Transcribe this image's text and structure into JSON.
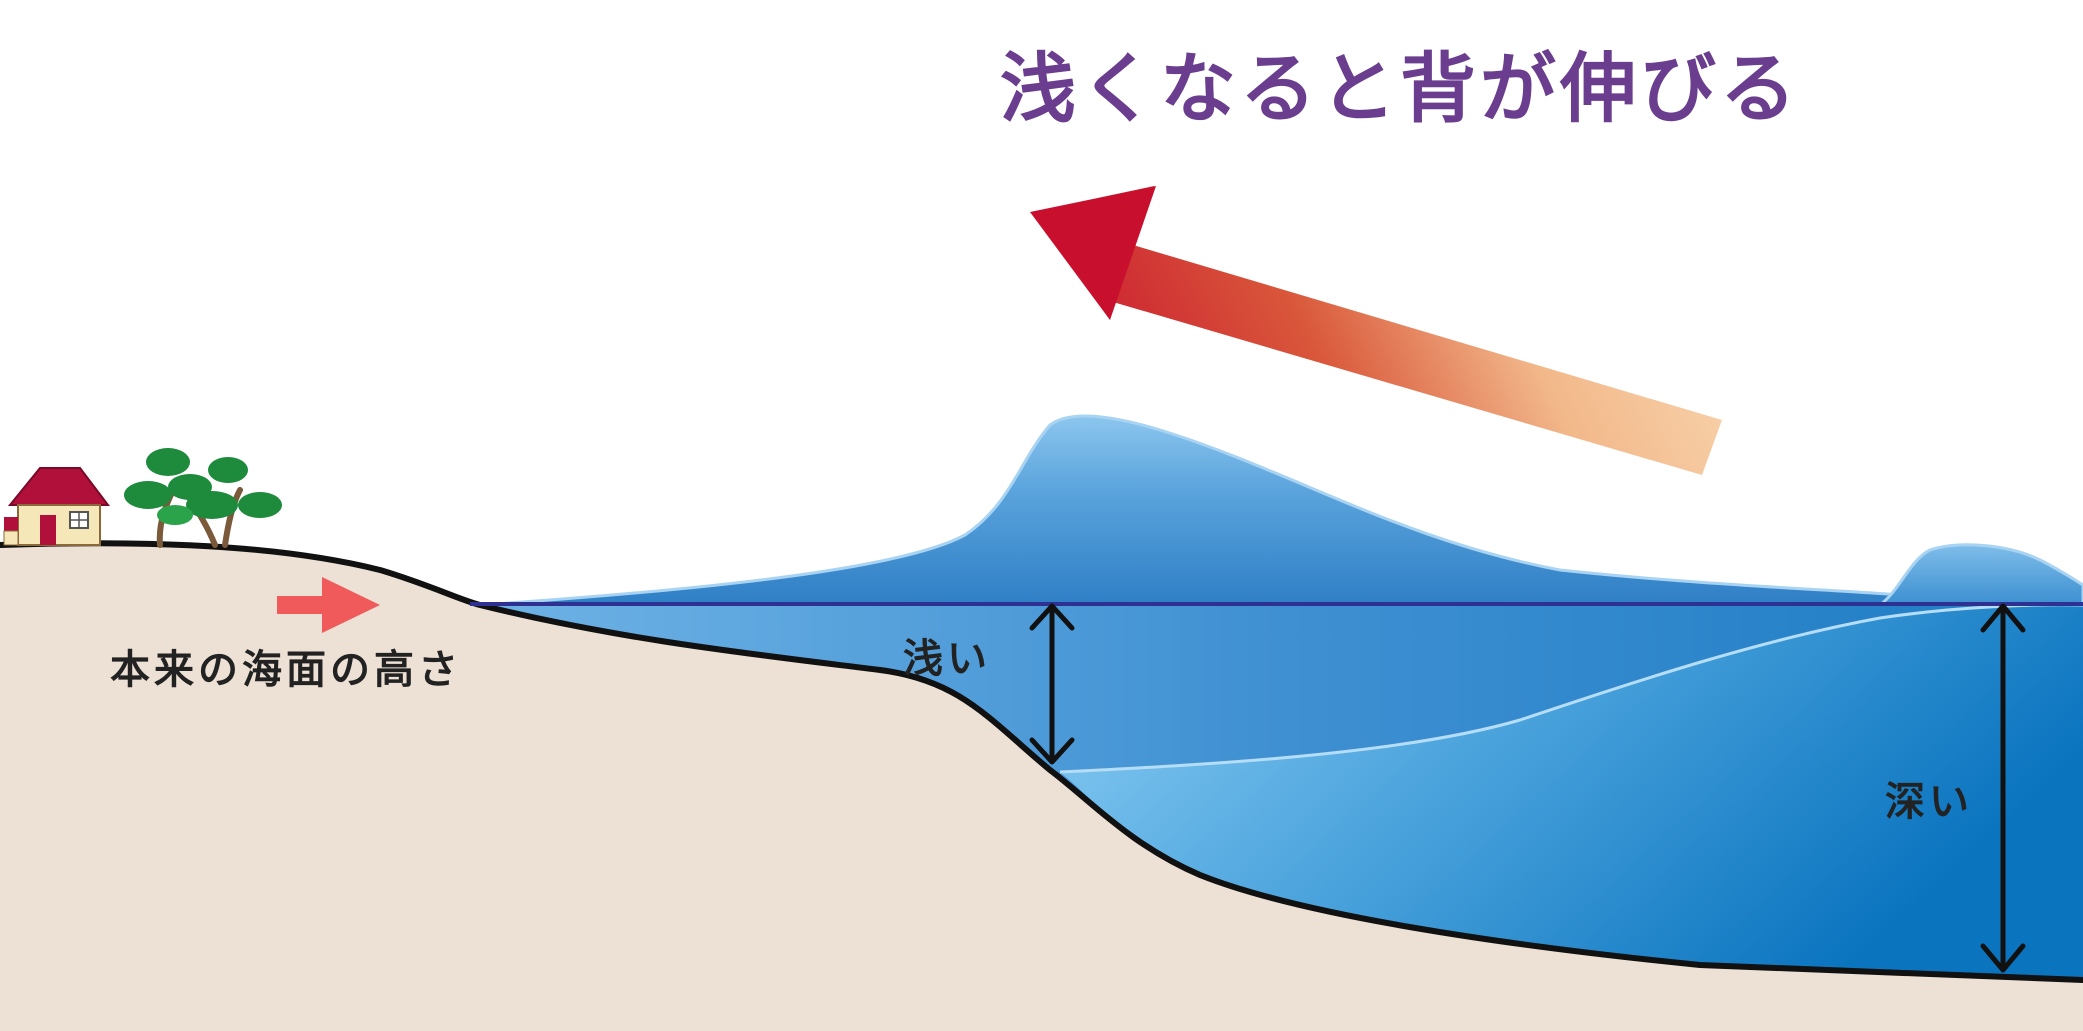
{
  "title": "浅くなると背が伸びる",
  "labels": {
    "sea_level": "本来の海面の高さ",
    "shallow": "浅い",
    "deep": "深い"
  },
  "colors": {
    "title": "#6a3d8e",
    "ground": "#ede0d4",
    "coastline": "#111111",
    "sea_line": "#2e3192",
    "wave_light": "#8ec9f2",
    "wave_dark": "#2f7fc6",
    "water_deep": "#0077c2",
    "arrow_start": "#c8102e",
    "arrow_end": "#f9d6b0",
    "small_arrow": "#f05a5a",
    "house_roof": "#b0103a",
    "tree": "#1e8a3c"
  },
  "icons": [
    "house-icon",
    "pine-tree-icon"
  ]
}
